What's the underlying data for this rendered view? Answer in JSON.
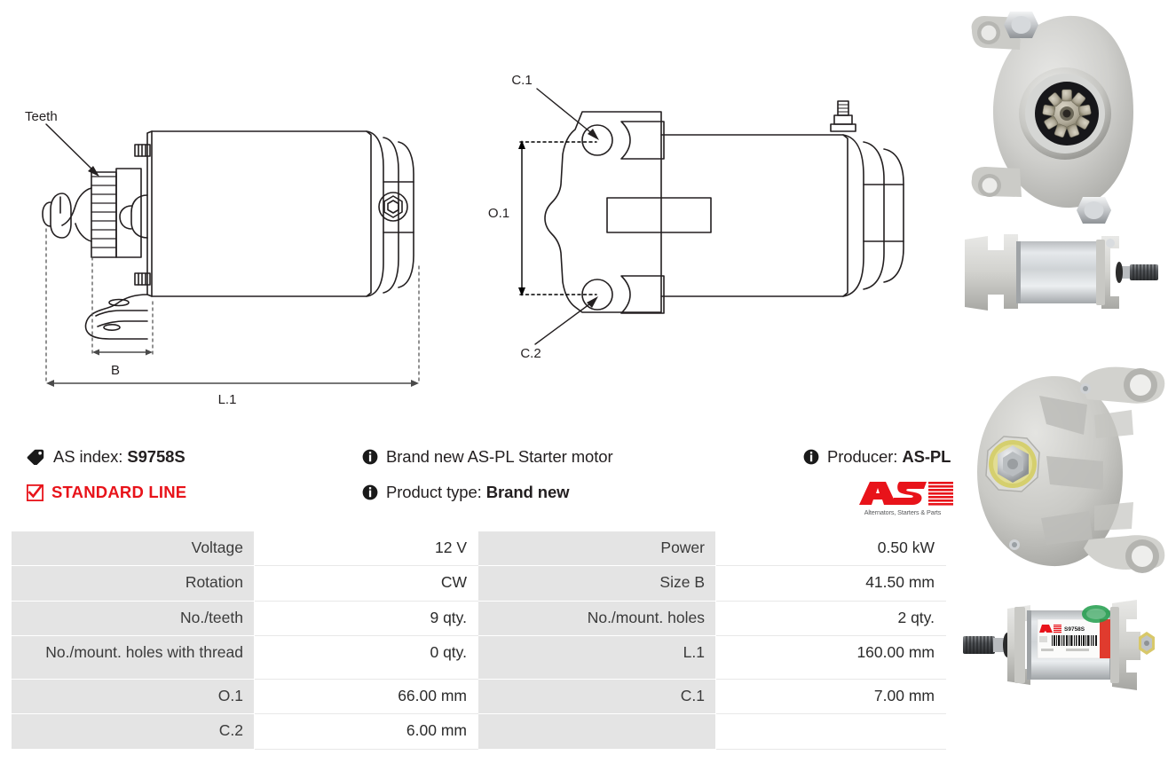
{
  "drawing": {
    "labels": {
      "teeth": "Teeth",
      "b": "B",
      "l1": "L.1",
      "c1": "C.1",
      "c2": "C.2",
      "o1": "O.1"
    }
  },
  "info": {
    "as_index_label": "AS index:",
    "as_index_value": "S9758S",
    "line_badge": "STANDARD LINE",
    "description": "Brand new AS-PL Starter motor",
    "product_type_label": "Product type:",
    "product_type_value": "Brand new",
    "producer_label": "Producer:",
    "producer_value": "AS-PL",
    "icons": {
      "tag": "tag-icon",
      "checkbox": "checkbox-checked-icon",
      "info": "info-circle-icon"
    }
  },
  "logo": {
    "mark": "AS",
    "tagline": "Alternators, Starters & Parts",
    "color": "#e8131a"
  },
  "spec_table": {
    "rows": [
      {
        "label_left": "Voltage",
        "value_left": "12 V",
        "label_right": "Power",
        "value_right": "0.50 kW"
      },
      {
        "label_left": "Rotation",
        "value_left": "CW",
        "label_right": "Size B",
        "value_right": "41.50 mm"
      },
      {
        "label_left": "No./teeth",
        "value_left": "9 qty.",
        "label_right": "No./mount. holes",
        "value_right": "2 qty."
      },
      {
        "label_left": "No./mount. holes with thread",
        "value_left": "0 qty.",
        "label_right": "L.1",
        "value_right": "160.00 mm"
      },
      {
        "label_left": "O.1",
        "value_left": "66.00 mm",
        "label_right": "C.1",
        "value_right": "7.00 mm"
      },
      {
        "label_left": "C.2",
        "value_left": "6.00 mm",
        "label_right": "",
        "value_right": ""
      }
    ]
  },
  "photos": [
    {
      "name": "starter-front-view-pinion",
      "caption": ""
    },
    {
      "name": "starter-side-view",
      "caption": ""
    },
    {
      "name": "starter-rear-view-terminal",
      "caption": ""
    },
    {
      "name": "starter-side-view-with-label",
      "label_index": "S9758S"
    }
  ],
  "colors": {
    "accent_red": "#e8131a",
    "table_label_bg": "#e4e4e4",
    "text": "#231f20"
  }
}
